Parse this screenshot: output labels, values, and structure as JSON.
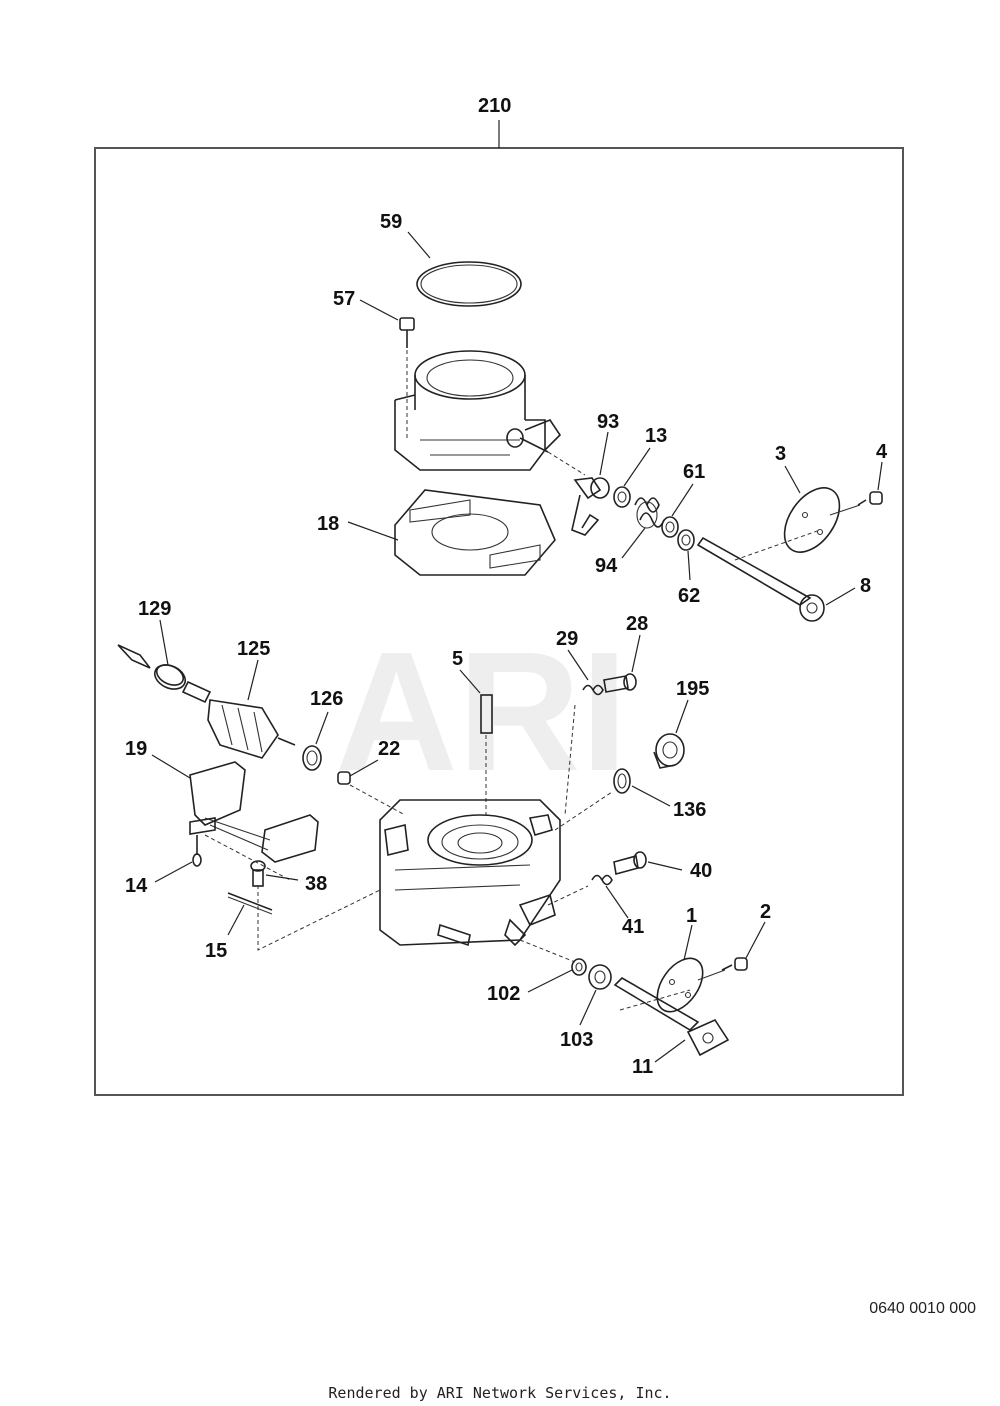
{
  "assembly_label": "210",
  "callouts": {
    "c59": "59",
    "c57": "57",
    "c93": "93",
    "c13": "13",
    "c61": "61",
    "c3": "3",
    "c4": "4",
    "c18": "18",
    "c94": "94",
    "c62": "62",
    "c8": "8",
    "c129": "129",
    "c125": "125",
    "c5": "5",
    "c29": "29",
    "c28": "28",
    "c195": "195",
    "c126": "126",
    "c22": "22",
    "c19": "19",
    "c136": "136",
    "c14": "14",
    "c38": "38",
    "c40": "40",
    "c15": "15",
    "c41": "41",
    "c1": "1",
    "c2": "2",
    "c102": "102",
    "c103": "103",
    "c11": "11"
  },
  "watermark": "ARI",
  "diagram_number": "0640 0010 000",
  "footer_text": "Rendered by ARI Network Services, Inc."
}
